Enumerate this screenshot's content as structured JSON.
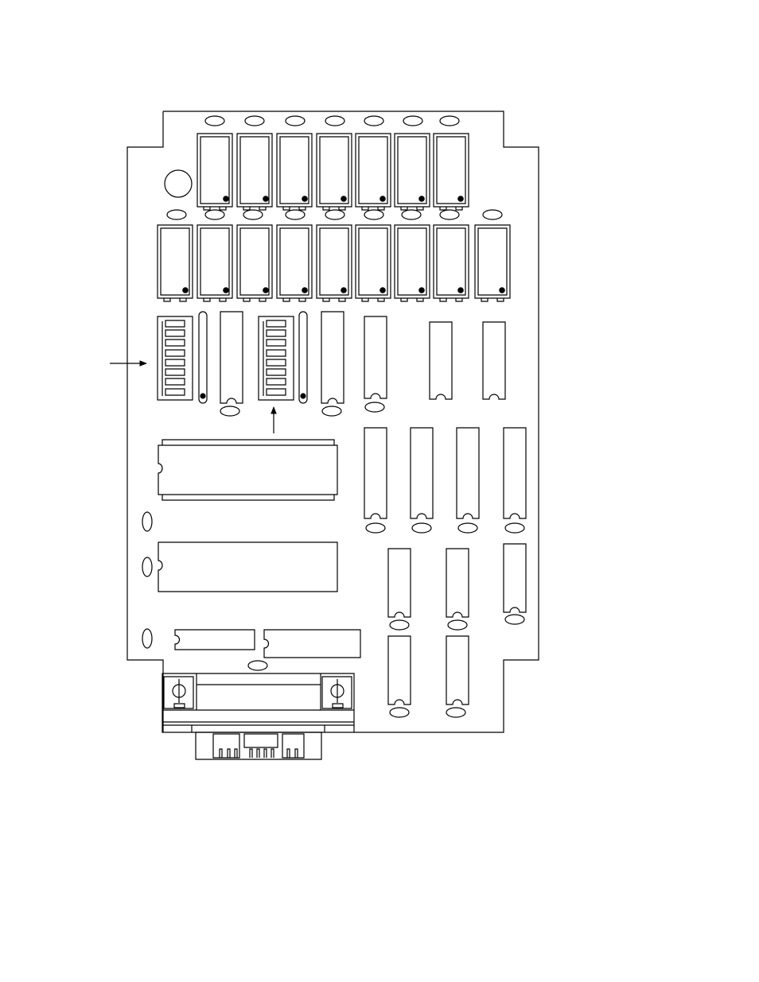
{
  "diagram": {
    "kind": "circuit-board-component-layout",
    "line_color": "#000000",
    "background_color": "#ffffff",
    "components": {
      "relays_top_row": 7,
      "relays_second_row": 9,
      "dip_switch_banks": 2,
      "dip_switch_positions": 8,
      "ic_narrow_row1": 5,
      "ic_narrow_row2": 4,
      "ic_narrow_row3": 3,
      "ic_narrow_row4": 2,
      "ic_wide": 2,
      "ic_half_bottom": 2,
      "indicator_arrows": 2
    },
    "connector": "db-style-connector"
  }
}
